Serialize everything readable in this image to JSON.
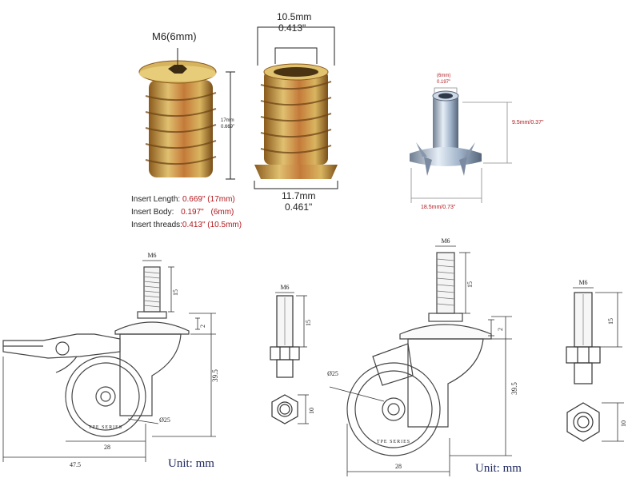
{
  "insert_left": {
    "thread_label": "M6(6mm)",
    "length_mm": "17mm",
    "length_in": "0.669\""
  },
  "insert_right": {
    "outer_mm": "10.5mm",
    "outer_in": "0.413\"",
    "flange_mm": "11.7mm",
    "flange_in": "0.461\""
  },
  "specs": {
    "length_label": "Insert Length:",
    "length_value": "0.669\"",
    "length_mm": "(17mm)",
    "body_label": "Insert Body:",
    "body_value": "0.197\"",
    "body_mm": "(6mm)",
    "threads_label": "Insert threads:",
    "threads_value": "0.413\"",
    "threads_mm": "(10.5mm)"
  },
  "tee_nut": {
    "bore_mm": "(6mm)",
    "bore_in": "0.197\"",
    "height": "9.5mm/0.37\"",
    "width": "18.5mm/0.73\""
  },
  "caster_brake": {
    "stem": "M6",
    "stem_len": "15",
    "plate": "2",
    "height": "39.5",
    "wheel_dia": "Ø25",
    "wheel_w": "28",
    "reach": "47.5",
    "tread": "TPE SERIES"
  },
  "stem_detail_1": {
    "label": "M6",
    "length": "15",
    "hex": "10"
  },
  "caster_plain": {
    "stem": "M6",
    "stem_len": "15",
    "plate": "2",
    "height": "39.5",
    "wheel_dia": "Ø25",
    "wheel_w": "28",
    "tread": "TPE SERIES"
  },
  "stem_detail_2": {
    "label": "M6",
    "length": "15",
    "hex": "10"
  },
  "unit_label": "Unit: mm",
  "colors": {
    "brass": "#c9a24a",
    "brass_dark": "#8a5a1c",
    "zinc": "#b9c6d6",
    "dim_red": "#b0191e",
    "unit_blue": "#1f2a60"
  }
}
